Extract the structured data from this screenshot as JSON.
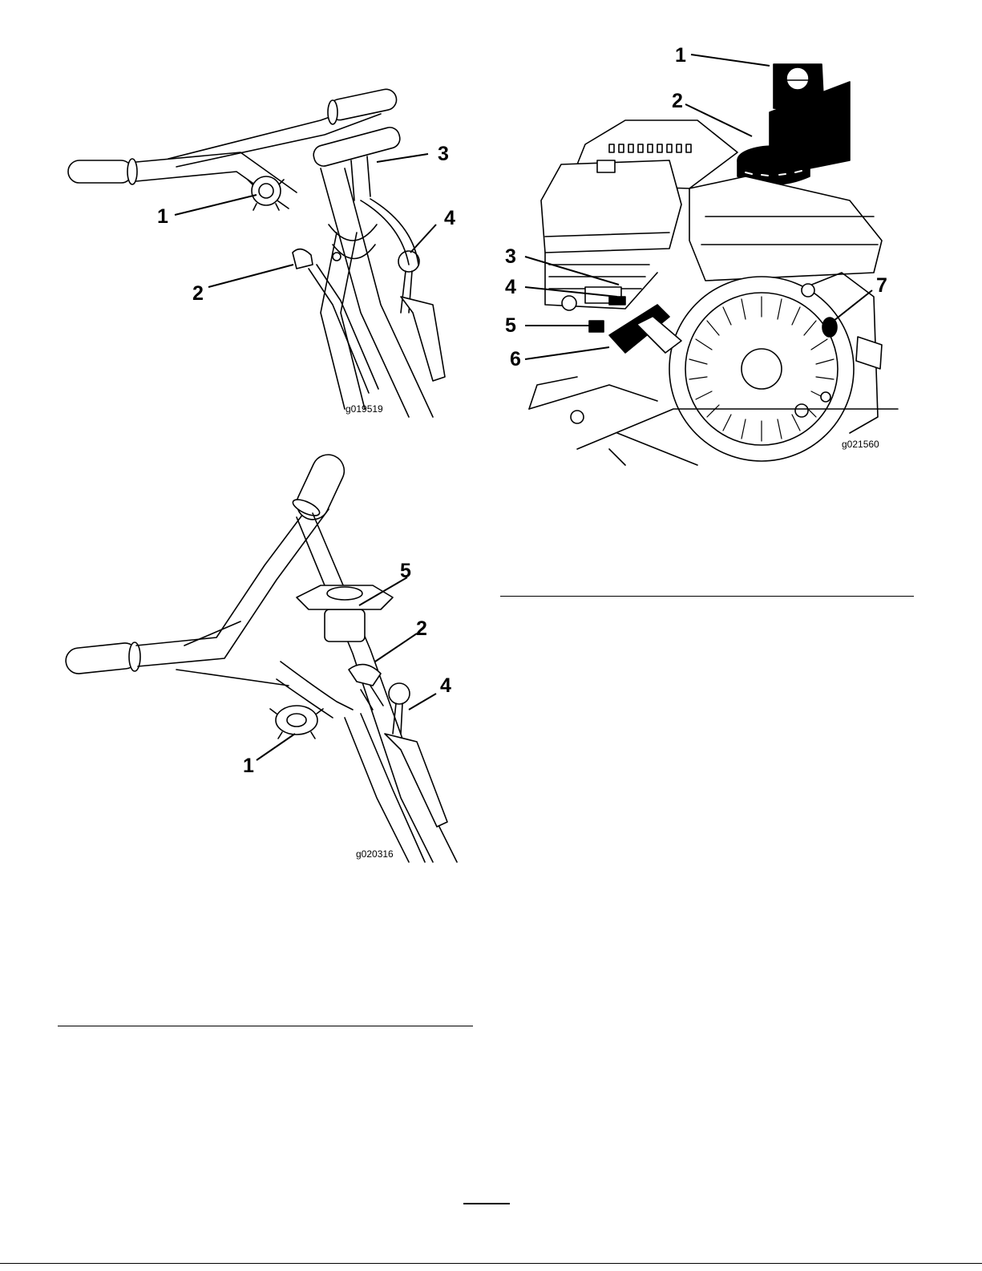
{
  "figures": {
    "fig1": {
      "code": "g019519",
      "callouts": [
        "1",
        "2",
        "3",
        "4"
      ]
    },
    "fig2": {
      "code": "g020316",
      "callouts": [
        "5",
        "2",
        "4",
        "1"
      ]
    },
    "fig3": {
      "code": "g021560",
      "callouts": [
        "1",
        "2",
        "3",
        "4",
        "5",
        "6",
        "7"
      ]
    }
  }
}
